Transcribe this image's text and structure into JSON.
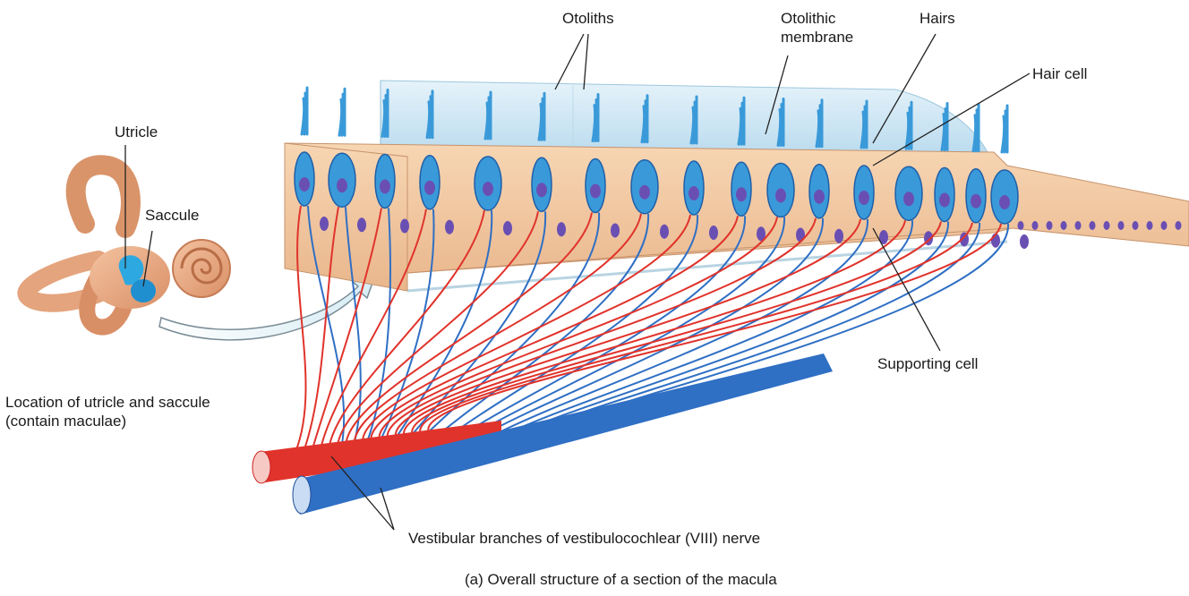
{
  "labels": {
    "otoliths": "Otoliths",
    "otolithic_membrane": "Otolithic\nmembrane",
    "hairs": "Hairs",
    "hair_cell": "Hair cell",
    "utricle": "Utricle",
    "saccule": "Saccule",
    "supporting_cell": "Supporting cell",
    "location": "Location of utricle and saccule\n(contain maculae)",
    "nerve": "Vestibular branches of vestibulocochlear (VIII) nerve",
    "caption": "(a) Overall structure of a section of the macula"
  },
  "colors": {
    "hair_cell": "#3a9ad9",
    "hair_cell_dark": "#1f5fa8",
    "nucleus": "#6a4fb3",
    "supporting_tissue": "#f3c8a0",
    "membrane": "#cfe6f2",
    "nerve_red": "#e0332b",
    "nerve_blue": "#2f6fc4",
    "inner_ear": "#e9a882",
    "macula_highlight": "#2ea8e0"
  }
}
